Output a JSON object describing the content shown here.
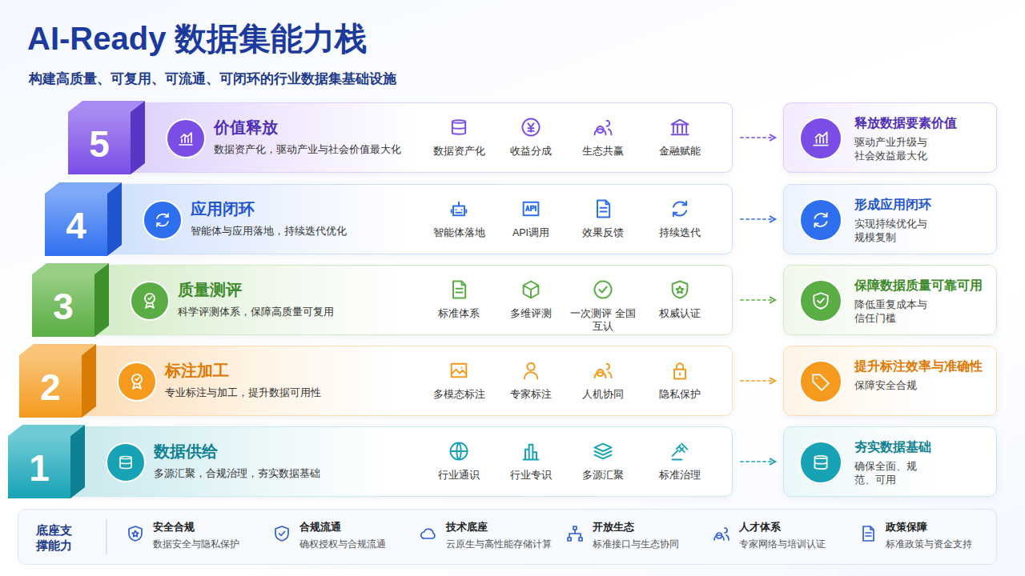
{
  "diagram": {
    "title": "AI-Ready 数据集能力栈",
    "nodes": [
      {
        "text": [
          "5"
        ]
      },
      {
        "text": [
          "价值释放",
          "数据资产化，驱动产业与社会价值最大化"
        ]
      },
      {
        "text": [
          "数据资产化"
        ],
        "in": 1
      },
      {
        "text": [
          "收益分成"
        ],
        "in": 1
      },
      {
        "text": [
          "生态共赢"
        ],
        "in": 1
      },
      {
        "text": [
          "金融赋能"
        ],
        "in": 1
      },
      {
        "text": [
          "释放数据要素价值",
          "驱动产业升级与社会效益最大化"
        ]
      },
      {
        "text": [
          "4"
        ]
      },
      {
        "text": [
          "应用闭环",
          "智能体与应用落地，持续迭代优化"
        ]
      },
      {
        "text": [
          "智能体落地"
        ],
        "in": 8
      },
      {
        "text": [
          "API调用"
        ],
        "in": 8
      },
      {
        "text": [
          "效果反馈"
        ],
        "in": 8
      },
      {
        "text": [
          "持续迭代"
        ],
        "in": 8
      },
      {
        "text": [
          "形成应用闭环",
          "实现持续优化与规模复制"
        ]
      },
      {
        "text": [
          "3"
        ]
      },
      {
        "text": [
          "质量测评",
          "科学评测体系，保障高质量可复用"
        ]
      },
      {
        "text": [
          "标准体系"
        ],
        "in": 15
      },
      {
        "text": [
          "多维评测"
        ],
        "in": 15
      },
      {
        "text": [
          "一次测评 全国互认"
        ],
        "in": 15
      },
      {
        "text": [
          "权威认证"
        ],
        "in": 15
      },
      {
        "text": [
          "保障数据质量可靠可用",
          "降低重复成本与信任门槛"
        ]
      },
      {
        "text": [
          "2"
        ]
      },
      {
        "text": [
          "标注加工",
          "专业标注与加工，提升数据可用性"
        ]
      },
      {
        "text": [
          "多模态标注"
        ],
        "in": 22
      },
      {
        "text": [
          "专家标注"
        ],
        "in": 22
      },
      {
        "text": [
          "人机协同"
        ],
        "in": 22
      },
      {
        "text": [
          "隐私保护"
        ],
        "in": 22
      },
      {
        "text": [
          "提升标注效率与准确性",
          "保障安全合规"
        ]
      },
      {
        "text": [
          "1"
        ]
      },
      {
        "text": [
          "数据供给",
          "多源汇聚，合规治理，夯实数据基础"
        ]
      },
      {
        "text": [
          "行业通识"
        ],
        "in": 29
      },
      {
        "text": [
          "行业专识"
        ],
        "in": 29
      },
      {
        "text": [
          "多源汇聚"
        ],
        "in": 29
      },
      {
        "text": [
          "标准治理"
        ],
        "in": 29
      },
      {
        "text": [
          "夯实数据基础",
          "确保全面、规范、可用"
        ]
      },
      {
        "text": [
          "底座支撑能力"
        ]
      },
      {
        "text": [
          "安全合规",
          "数据安全与隐私保护"
        ],
        "in": 35
      },
      {
        "text": [
          "合规流通",
          "确权授权与合规流通"
        ],
        "in": 35
      },
      {
        "text": [
          "技术底座",
          "云原生与高性能存储计算"
        ],
        "in": 35
      },
      {
        "text": [
          "开放生态",
          "标准接口与生态协同"
        ],
        "in": 35
      },
      {
        "text": [
          "人才体系",
          "专家网络与培训认证"
        ],
        "in": 35
      },
      {
        "text": [
          "政策保障",
          "标准政策与资金支持"
        ],
        "in": 35
      }
    ],
    "edges": [
      {
        "from": 1,
        "to": 6,
        "arrow": "to"
      },
      {
        "from": 8,
        "to": 13,
        "arrow": "to"
      },
      {
        "from": 15,
        "to": 20,
        "arrow": "to"
      },
      {
        "from": 22,
        "to": 27,
        "arrow": "to"
      },
      {
        "from": 29,
        "to": 34,
        "arrow": "to"
      }
    ],
    "labels": [
      "构建高质量、可复用、可流通、可闭环的行业数据集基础设施"
    ]
  }
}
